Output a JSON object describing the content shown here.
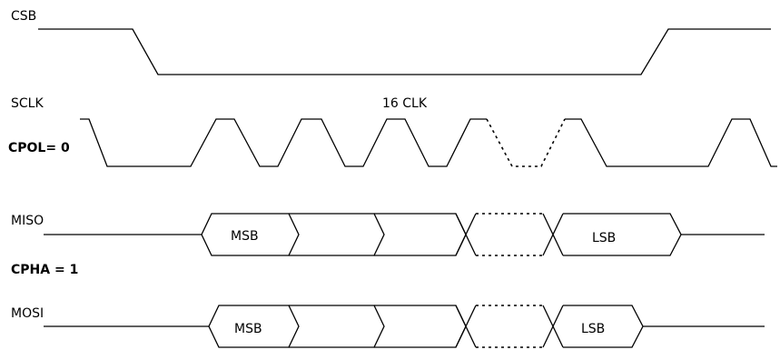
{
  "signals": {
    "csb": "CSB",
    "sclk": "SCLK",
    "miso": "MISO",
    "mosi": "MOSI"
  },
  "annotations": {
    "clock_count": "16 CLK",
    "cpol": "CPOL= 0",
    "cpha": "CPHA = 1"
  },
  "miso_bits": {
    "first": "MSB",
    "last": "LSB"
  },
  "mosi_bits": {
    "first": "MSB",
    "last": "LSB"
  },
  "colors": {
    "line": "#000000",
    "background": "#ffffff"
  }
}
